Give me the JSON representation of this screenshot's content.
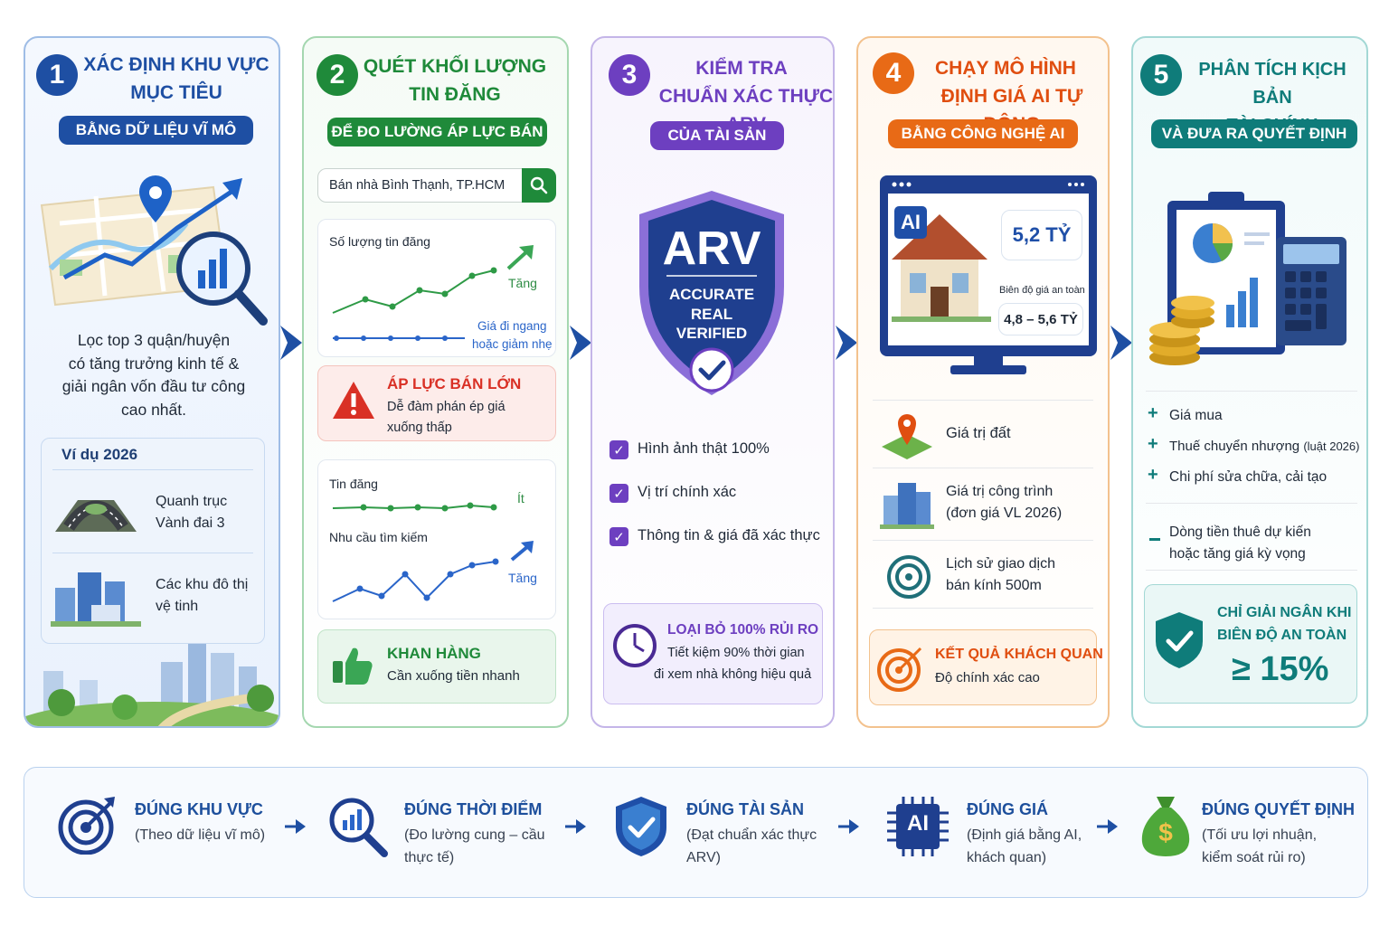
{
  "colors": {
    "blue": "#1e4fa3",
    "green": "#1f8a3a",
    "purple": "#6d3fc0",
    "orange": "#e86a16",
    "teal": "#0f7c7a",
    "red": "#d93025"
  },
  "step1": {
    "number": "1",
    "title_line1": "XÁC ĐỊNH KHU VỰC",
    "title_line2": "MỤC TIÊU",
    "pill": "BẰNG DỮ LIỆU VĨ MÔ",
    "desc_line1": "Lọc top 3 quận/huyện",
    "desc_line2": "có tăng trưởng kinh tế &",
    "desc_line3": "giải ngân vốn đầu tư công",
    "desc_line4": "cao nhất.",
    "example_title": "Ví dụ 2026",
    "ex1_line1": "Quanh trục",
    "ex1_line2": "Vành đai 3",
    "ex2_line1": "Các khu đô thị",
    "ex2_line2": "vệ tinh",
    "icons": [
      "map-pin-icon",
      "trend-arrow-icon",
      "magnifier-chart-icon",
      "road-icon",
      "buildings-icon",
      "city-skyline-icon"
    ]
  },
  "step2": {
    "number": "2",
    "title_line1": "QUÉT KHỐI LƯỢNG",
    "title_line2": "TIN ĐĂNG",
    "pill": "ĐỂ ĐO LƯỜNG ÁP LỰC BÁN",
    "search_value": "Bán nhà Bình Thạnh, TP.HCM",
    "chart1_title": "Số lượng tin đăng",
    "chart1_up_label": "Tăng",
    "chart1_flat_label_1": "Giá đi ngang",
    "chart1_flat_label_2": "hoặc giảm nhẹ",
    "warn_title": "ÁP LỰC BÁN LỚN",
    "warn_line1": "Dễ đàm phán ép giá",
    "warn_line2": "xuống thấp",
    "chart2_title": "Tin đăng",
    "chart2_flat_label": "Ít",
    "chart2_title_b": "Nhu cầu tìm kiếm",
    "chart2_up_label": "Tăng",
    "good_title": "KHAN HÀNG",
    "good_line": "Cần xuống tiền nhanh",
    "icons": [
      "search-icon",
      "warning-icon",
      "thumbs-up-icon"
    ]
  },
  "step3": {
    "number": "3",
    "title_line1": "KIỂM TRA",
    "title_line2": "CHUẨN XÁC THỰC ARV",
    "pill": "CỦA TÀI SẢN",
    "shield_big": "ARV",
    "shield_l1": "ACCURATE",
    "shield_l2": "REAL",
    "shield_l3": "VERIFIED",
    "check1": "Hình ảnh thật 100%",
    "check2": "Vị trí chính xác",
    "check3": "Thông tin & giá đã xác thực",
    "box_title": "LOẠI BỎ 100% RỦI RO",
    "box_line1": "Tiết kiệm 90% thời gian",
    "box_line2": "đi xem nhà không hiệu quả",
    "icons": [
      "shield-icon",
      "checkbox-icon",
      "clock-icon"
    ]
  },
  "step4": {
    "number": "4",
    "title_line1": "CHẠY MÔ HÌNH",
    "title_line2": "ĐỊNH GIÁ AI TỰ ĐỘNG",
    "pill": "BẰNG CÔNG NGHỆ AI",
    "ai_badge": "AI",
    "price": "5,2 TỶ",
    "range_label": "Biên độ giá an toàn",
    "range": "4,8 – 5,6 TỶ",
    "item1": "Giá trị đất",
    "item2_line1": "Giá trị công trình",
    "item2_line2": "(đơn giá VL 2026)",
    "item3_line1": "Lịch sử giao dịch",
    "item3_line2": "bán kính 500m",
    "result_title": "KẾT QUẢ KHÁCH QUAN",
    "result_line": "Độ chính xác cao",
    "icons": [
      "monitor-icon",
      "house-icon",
      "location-pin-icon",
      "building-icon",
      "radar-icon",
      "target-icon"
    ]
  },
  "step5": {
    "number": "5",
    "title_line1": "PHÂN TÍCH KỊCH BẢN",
    "title_line2": "TÀI CHÍNH",
    "pill": "VÀ ĐƯA RA QUYẾT ĐỊNH",
    "plus1": "Giá mua",
    "plus2": "Thuế chuyển nhượng",
    "plus2_note": "(luật 2026)",
    "plus3": "Chi phí sửa chữa, cải tạo",
    "minus_line1": "Dòng tiền thuê dự kiến",
    "minus_line2": "hoặc tăng giá kỳ vọng",
    "box_line1": "CHỈ GIẢI NGÂN KHI",
    "box_line2": "BIÊN ĐỘ AN TOÀN",
    "box_value": "≥ 15%",
    "icons": [
      "clipboard-icon",
      "pie-chart-icon",
      "calculator-icon",
      "coins-icon",
      "shield-check-icon"
    ]
  },
  "summary": [
    {
      "title": "ĐÚNG KHU VỰC",
      "line1": "(Theo dữ liệu vĩ mô)",
      "line2": "",
      "icon": "target-icon"
    },
    {
      "title": "ĐÚNG THỜI ĐIỂM",
      "line1": "(Đo lường cung – cầu",
      "line2": "thực tế)",
      "icon": "magnifier-chart-icon"
    },
    {
      "title": "ĐÚNG TÀI SẢN",
      "line1": "(Đạt chuẩn xác thực",
      "line2": "ARV)",
      "icon": "shield-check-icon"
    },
    {
      "title": "ĐÚNG GIÁ",
      "line1": "(Định giá bằng AI,",
      "line2": "khách quan)",
      "icon": "ai-chip-icon"
    },
    {
      "title": "ĐÚNG QUYẾT ĐỊNH",
      "line1": "(Tối ưu lợi nhuận,",
      "line2": "kiểm soát rủi ro)",
      "icon": "money-bag-icon"
    }
  ]
}
